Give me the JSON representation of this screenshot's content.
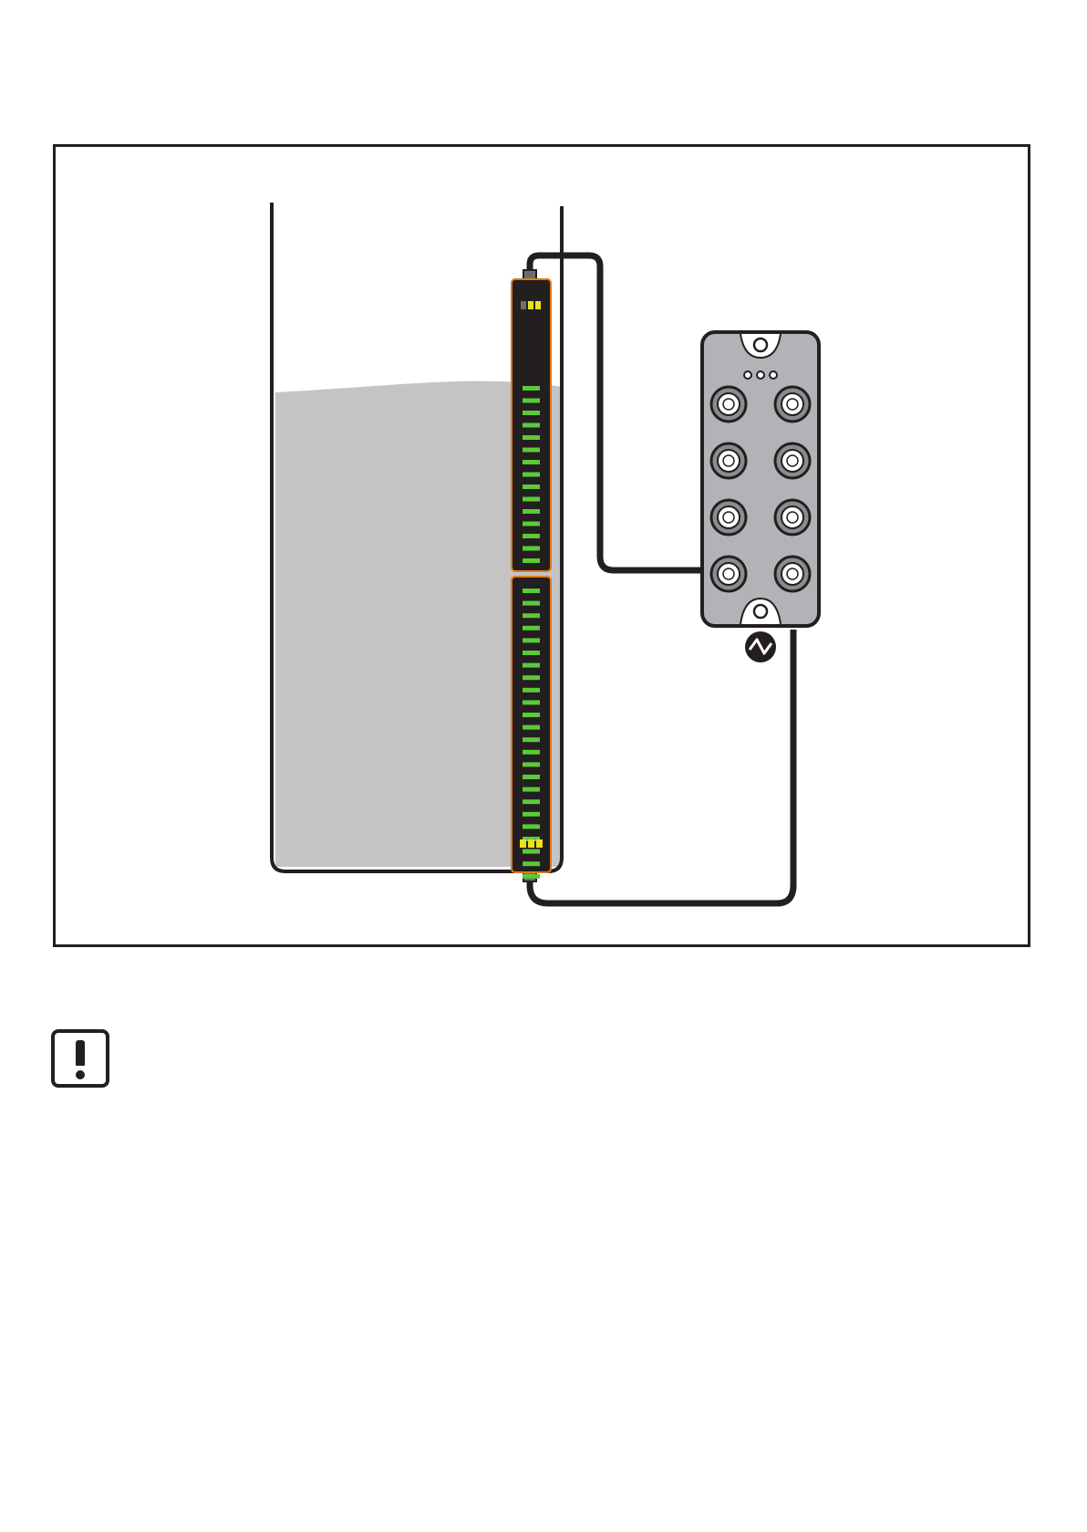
{
  "diagram": {
    "colors": {
      "line": "#231f20",
      "liquid": "#c4c4c4",
      "sensor_body": "#231f20",
      "sensor_outline": "#e07b1a",
      "led_green": "#5cc93a",
      "led_yellow": "#ece21c",
      "led_off": "#6d6e71",
      "hub_body": "#b1b3b6",
      "hub_ports": "#8a8c8e"
    },
    "sensor": {
      "upper_segment_leds_lit": 15,
      "lower_segment_leds_lit": 24,
      "top_status_leds": [
        "off",
        "yellow",
        "yellow"
      ],
      "bottom_status_leds": [
        "yellow",
        "yellow",
        "yellow"
      ]
    },
    "hub": {
      "ports": 8,
      "status_leds": 3,
      "symbol": "io-link-icon"
    }
  },
  "notice": {
    "icon": "exclamation-icon"
  }
}
